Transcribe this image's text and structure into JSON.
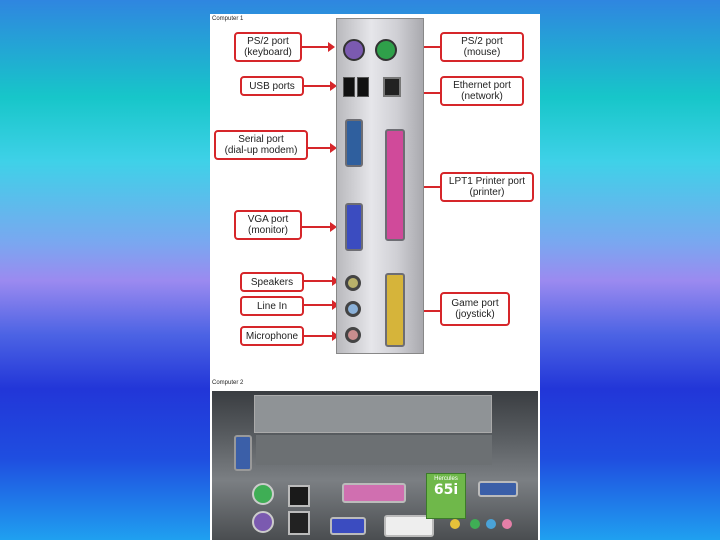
{
  "diagram1": {
    "caption": "Computer 1",
    "labels": {
      "ps2_keyboard": "PS/2 port\n(keyboard)",
      "usb": "USB ports",
      "serial": "Serial port\n(dial-up modem)",
      "vga": "VGA port\n(monitor)",
      "speakers": "Speakers",
      "line_in": "Line In",
      "microphone": "Microphone",
      "ps2_mouse": "PS/2 port\n(mouse)",
      "ethernet": "Ethernet port\n(network)",
      "lpt1": "LPT1 Printer port\n(printer)",
      "game": "Game port\n(joystick)"
    }
  },
  "diagram2": {
    "caption": "Computer 2",
    "badge_brand": "Hercules",
    "badge_model": "65i"
  },
  "colors": {
    "label_border": "#d6262a",
    "ps2_keyboard": "#7b5ab0",
    "ps2_mouse": "#2fa04a",
    "vga": "#3b4cc0",
    "serial": "#2f5f9e",
    "lpt": "#d04a9a",
    "game": "#d6b43a"
  }
}
